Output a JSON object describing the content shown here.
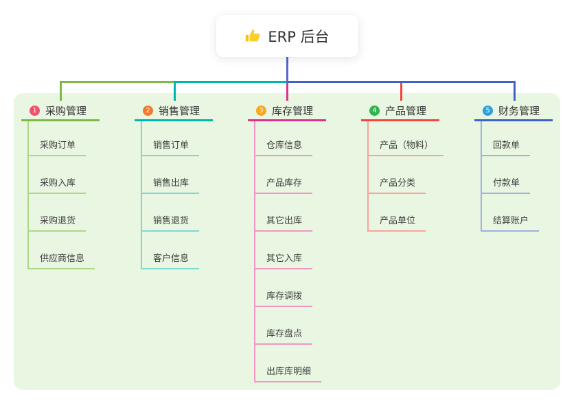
{
  "root": {
    "title": "ERP 后台",
    "icon": "thumbs-up-icon"
  },
  "branches": [
    {
      "index": "1",
      "title": "采购管理",
      "badge_color": "#f1506c",
      "line_color": "#7dbb40",
      "sub_line_color": "#abd884",
      "items": [
        "采购订单",
        "采购入库",
        "采购退货",
        "供应商信息"
      ]
    },
    {
      "index": "2",
      "title": "销售管理",
      "badge_color": "#f5782a",
      "line_color": "#00b5ad",
      "sub_line_color": "#7ed8d1",
      "items": [
        "销售订单",
        "销售出库",
        "销售退货",
        "客户信息"
      ]
    },
    {
      "index": "3",
      "title": "库存管理",
      "badge_color": "#f9a61b",
      "line_color": "#dd3090",
      "sub_line_color": "#f295c2",
      "items": [
        "仓库信息",
        "产品库存",
        "其它出库",
        "其它入库",
        "库存调拨",
        "库存盘点",
        "出库库明细"
      ]
    },
    {
      "index": "4",
      "title": "产品管理",
      "badge_color": "#2cb54d",
      "line_color": "#f4453c",
      "sub_line_color": "#f9a29b",
      "items": [
        "产品（物料）",
        "产品分类",
        "产品单位"
      ]
    },
    {
      "index": "5",
      "title": "财务管理",
      "badge_color": "#2da0e1",
      "line_color": "#3f62c9",
      "sub_line_color": "#9fb1dd",
      "items": [
        "回款单",
        "付款单",
        "结算账户"
      ]
    }
  ],
  "colors": {
    "canvas_bg": "#ffffff",
    "panel_bg": "#e9f6e2",
    "root_edge": "#5566c6",
    "text": "#333333"
  }
}
